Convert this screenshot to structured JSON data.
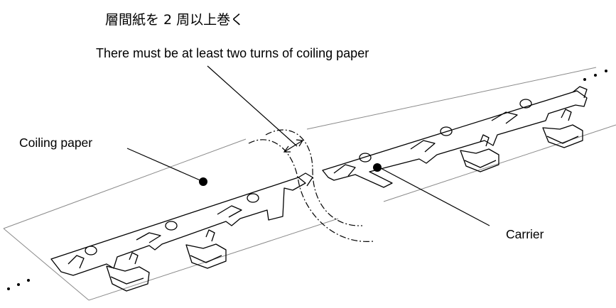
{
  "labels": {
    "note_jp": "層間紙を 2 周以上巻く",
    "note_en": "There must be at least two turns of coiling paper",
    "coiling_paper": "Coiling paper",
    "carrier": "Carrier"
  },
  "colors": {
    "line": "#000000",
    "paper_edge": "#8a8a8a",
    "background": "#ffffff"
  },
  "icons": {
    "continuation": "ellipsis-dots-icon",
    "winding_arrow": "double-arrow-icon",
    "leader_end": "filled-dot-icon"
  }
}
